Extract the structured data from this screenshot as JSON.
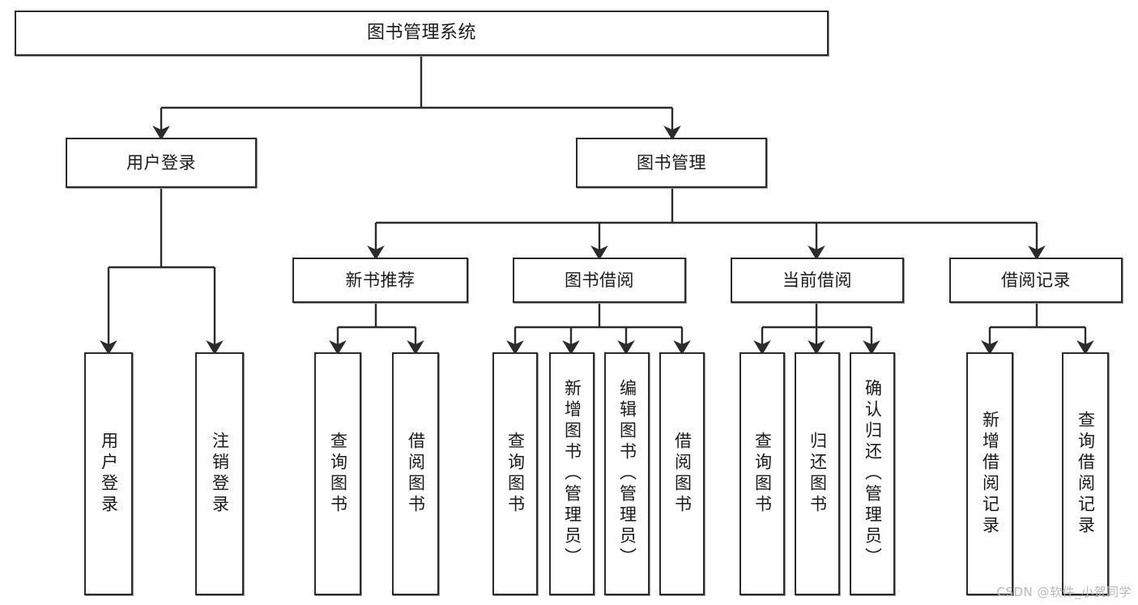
{
  "diagram": {
    "title": "图书管理系统",
    "type": "tree-hierarchy-chart",
    "watermark": "CSDN @软件_小贺同学",
    "colors": {
      "background": "#ffffff",
      "box_border": "#2b2b2b",
      "box_fill": "#ffffff",
      "edge": "#2b2b2b",
      "text": "#1a1a1a",
      "watermark": "#b9b9b9"
    },
    "nodes": {
      "root": {
        "label": "图书管理系统"
      },
      "level2": [
        {
          "label": "用户登录"
        },
        {
          "label": "图书管理"
        }
      ],
      "level3": [
        {
          "label": "新书推荐"
        },
        {
          "label": "图书借阅"
        },
        {
          "label": "当前借阅"
        },
        {
          "label": "借阅记录"
        }
      ],
      "leaves_user_login": [
        {
          "label": "用户登录"
        },
        {
          "label": "注销登录"
        }
      ],
      "leaves_new_book": [
        {
          "label": "查询图书"
        },
        {
          "label": "借阅图书"
        }
      ],
      "leaves_borrow": [
        {
          "label": "查询图书"
        },
        {
          "label": "新增图书（管理员）"
        },
        {
          "label": "编辑图书（管理员）"
        },
        {
          "label": "借阅图书"
        }
      ],
      "leaves_current": [
        {
          "label": "查询图书"
        },
        {
          "label": "归还图书"
        },
        {
          "label": "确认归还（管理员）"
        }
      ],
      "leaves_records": [
        {
          "label": "新增借阅记录"
        },
        {
          "label": "查询借阅记录"
        }
      ]
    }
  }
}
